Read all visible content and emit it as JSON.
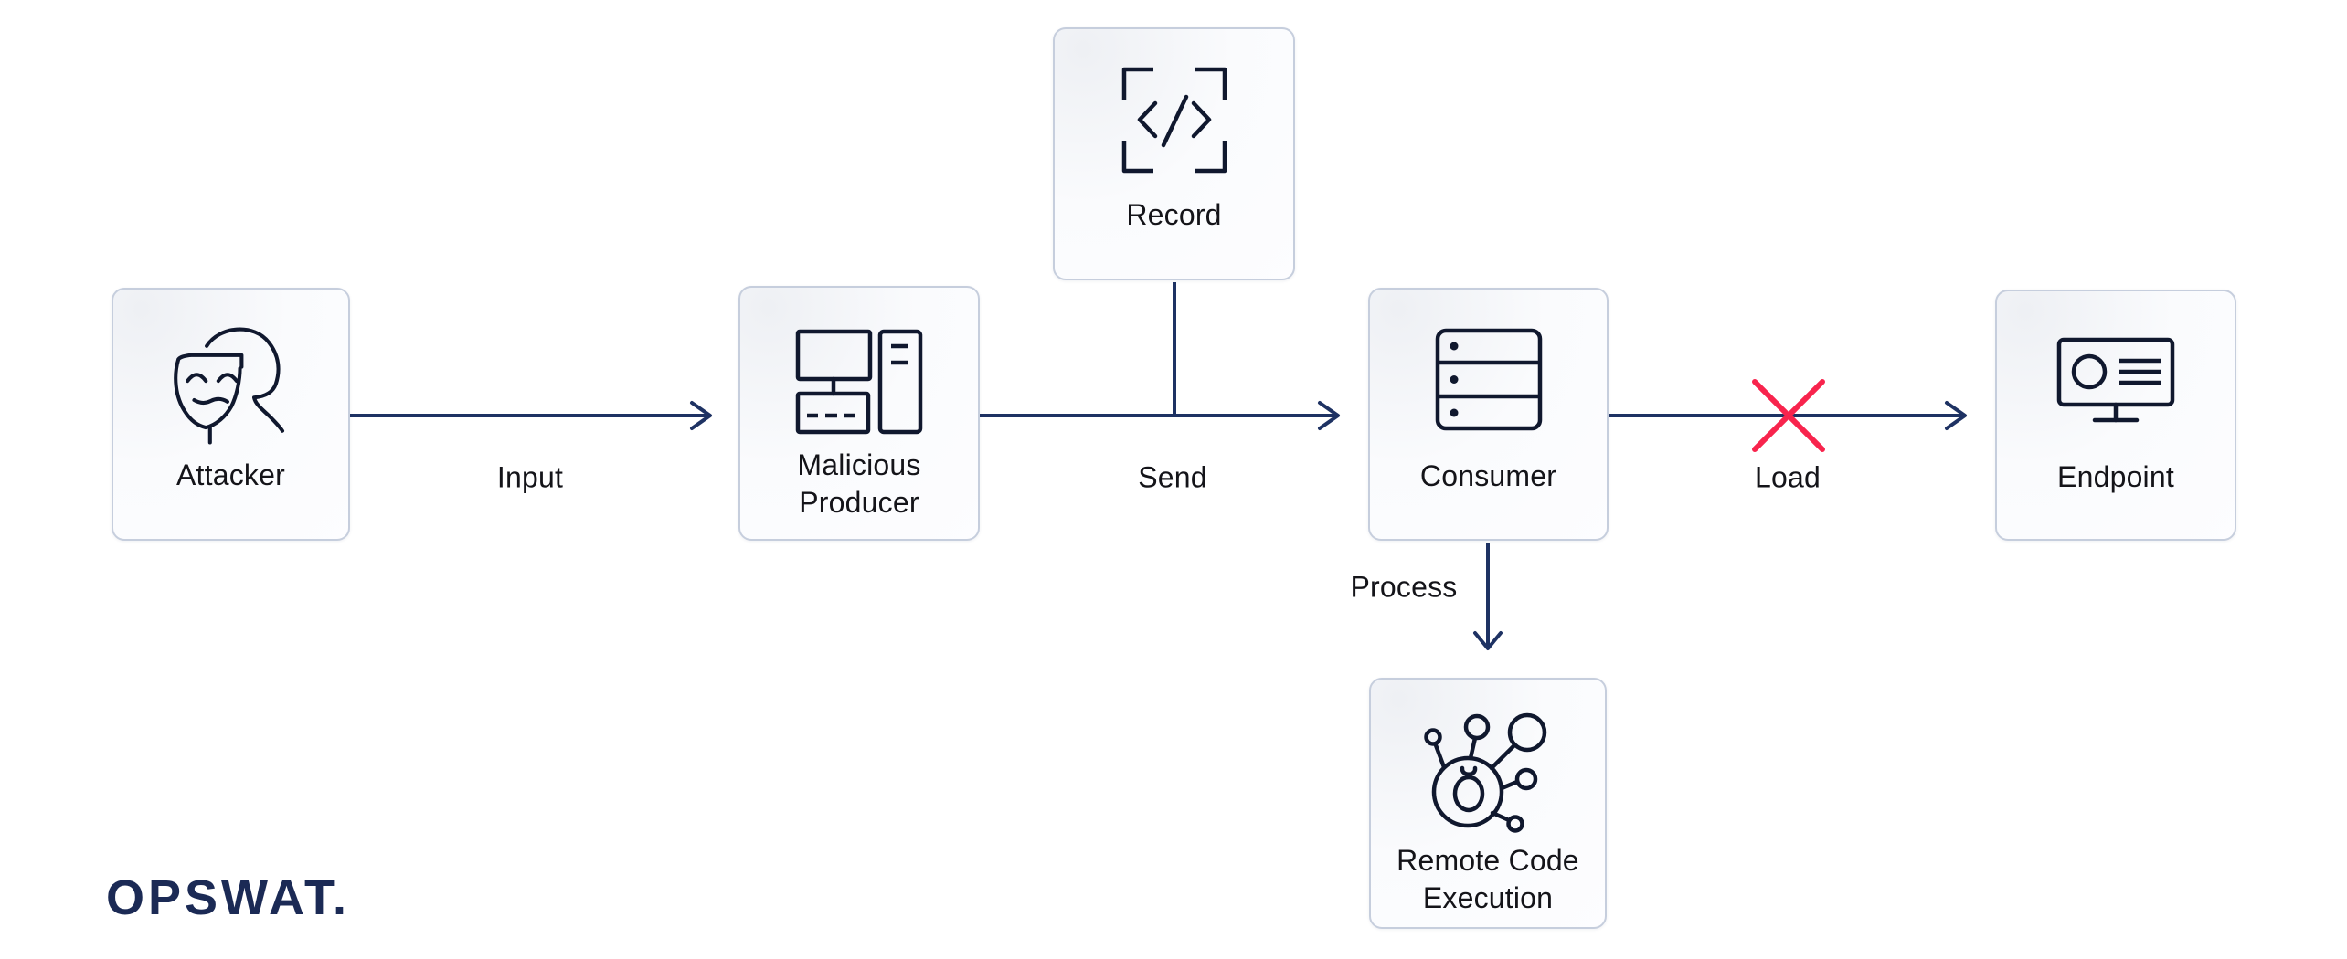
{
  "colors": {
    "canvas_bg": "#ffffff",
    "box_border": "#c6cedd",
    "box_bg": "#fbfcfe",
    "icon_ink": "#10182e",
    "label_ink": "#141419",
    "edge_navy": "#1e3263",
    "alert_red": "#f8244d",
    "logo_navy": "#1b2a55"
  },
  "diagram": {
    "nodes": {
      "attacker": {
        "label": "Attacker",
        "icon": "attacker-mask-icon"
      },
      "malicious_producer": {
        "label": "Malicious Producer",
        "icon": "workstation-icon"
      },
      "record": {
        "label": "Record",
        "icon": "code-brackets-icon"
      },
      "consumer": {
        "label": "Consumer",
        "icon": "server-stack-icon"
      },
      "endpoint": {
        "label": "Endpoint",
        "icon": "monitor-icon"
      },
      "remote_code_execution": {
        "label": "Remote Code Execution",
        "icon": "malware-spread-icon"
      }
    },
    "edges": {
      "input": {
        "label": "Input",
        "from": "attacker",
        "to": "malicious_producer",
        "blocked": false
      },
      "send": {
        "label": "Send",
        "from": "malicious_producer",
        "to": "consumer",
        "blocked": false
      },
      "record_tap": {
        "label": "",
        "from": "record",
        "to": "send",
        "blocked": false
      },
      "load": {
        "label": "Load",
        "from": "consumer",
        "to": "endpoint",
        "blocked": true
      },
      "process": {
        "label": "Process",
        "from": "consumer",
        "to": "remote_code_execution",
        "blocked": false
      }
    }
  },
  "branding": {
    "logo_text": "OPSWAT."
  }
}
